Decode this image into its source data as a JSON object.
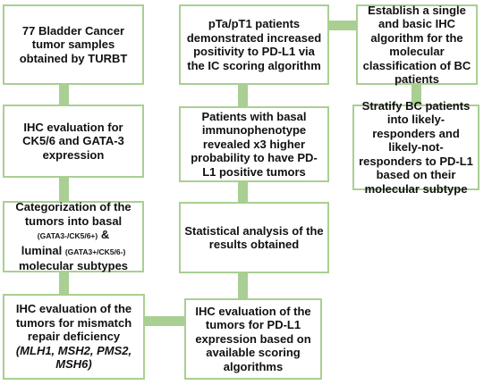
{
  "diagram": {
    "colors": {
      "box_border": "#a9cf92",
      "connector": "#a9cf92",
      "text": "#111111",
      "background": "#ffffff"
    },
    "boxes": {
      "samples": "77 Bladder Cancer tumor samples obtained by TURBT",
      "ihc_ck": "IHC evaluation for CK5/6 and GATA-3 expression",
      "categorization": {
        "line1": "Categorization of the",
        "line2_a": "tumors into basal",
        "line2_small": "(GATA3-/CK5/6+)",
        "line2_b": " &",
        "line3_a": "luminal ",
        "line3_small": "(GATA3+/CK5/6-)",
        "line4": "molecular subtypes"
      },
      "mmr": {
        "text": "IHC evaluation of the tumors for mismatch repair deficiency",
        "markers": "(MLH1, MSH2, PMS2, MSH6)"
      },
      "pdl1_eval": "IHC evaluation of the tumors for PD-L1 expression based on available scoring algorithms",
      "statistical": "Statistical analysis of the results obtained",
      "basal": "Patients with basal immunophenotype revealed x3 higher probability to have PD-L1 positive tumors",
      "pta": "pTa/pT1 patients demonstrated increased positivity to PD-L1 via the IC scoring algorithm",
      "establish": "Establish a single and basic IHC algorithm for the molecular classification of BC patients",
      "stratify": "Stratify BC patients into likely-responders and likely-not-responders to PD-L1 based on their molecular subtype"
    }
  }
}
